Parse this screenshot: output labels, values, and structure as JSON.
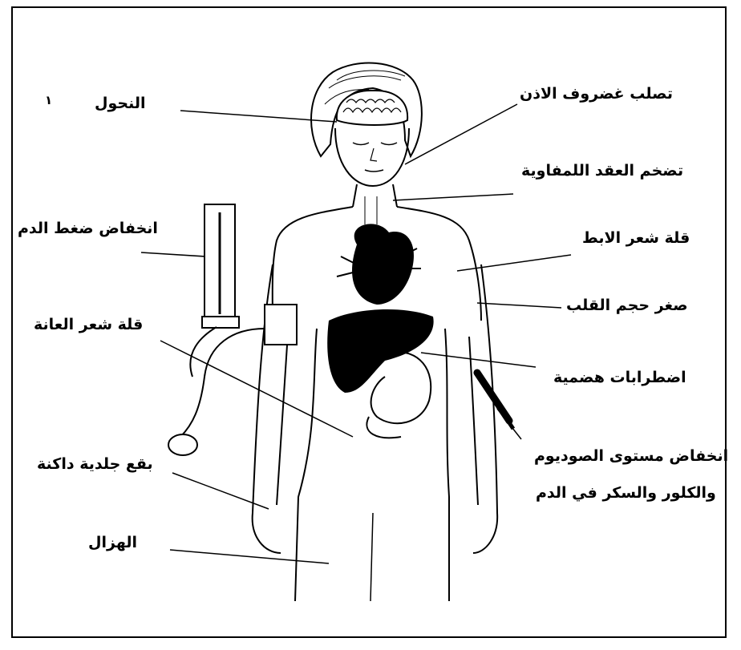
{
  "labels": {
    "lethargy": "النحول",
    "marker": "١",
    "ear_cartilage": "تصلب غضروف الاذن",
    "lymph_nodes": "تضخم العقد اللمفاوية",
    "blood_pressure": "انخفاض ضغط الدم",
    "axillary_hair": "قلة شعر الابط",
    "heart_size": "صغر حجم القلب",
    "pubic_hair": "قلة شعر العانة",
    "digestive": "اضطرابات هضمية",
    "electrolytes_1": "انخفاض مستوى الصوديوم",
    "electrolytes_2": "والكلور والسكر في الدم",
    "skin_patches": "بقع جلدية داكنة",
    "weight_loss": "الهزال"
  },
  "colors": {
    "ink": "#000000",
    "paper": "#ffffff"
  }
}
